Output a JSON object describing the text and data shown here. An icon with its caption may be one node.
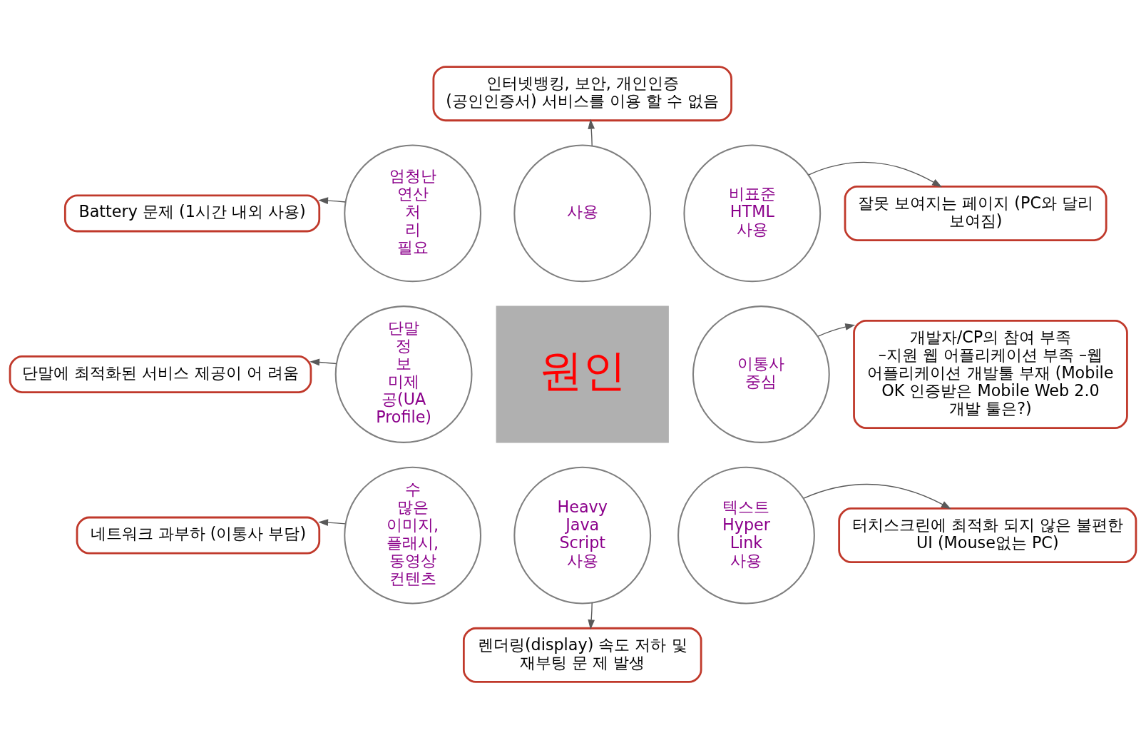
{
  "diagram": {
    "nodes": [
      {
        "text": [
          "인터넷뱅킹, 보안, 개인인증 (공인인증서) 서비스를 이용 할 수 없음"
        ]
      },
      {
        "text": [
          "Battery 문제 (1시간 내외 사용)"
        ]
      },
      {
        "text": [
          "엄청난 연산 처 리 필요"
        ]
      },
      {
        "text": [
          "사용"
        ]
      },
      {
        "text": [
          "비표준 HTML 사용"
        ]
      },
      {
        "text": [
          "잘못 보여지는 페이지 (PC와 달리 보여짐)"
        ]
      },
      {
        "text": [
          "단말에 최적화된 서비스 제공이 어 려움"
        ]
      },
      {
        "text": [
          "단말 정 보 미제 공(UA Profile)"
        ]
      },
      {
        "text": [
          "원인"
        ]
      },
      {
        "text": [
          "이통사 중심"
        ]
      },
      {
        "text": [
          "개발자/CP의 참여 부족",
          "–지원 웹 어플리케이션 부족 –웹 어플리케이션 개발툴 부재 (Mobile OK 인증받은 Mobile Web 2.0 개발 툴은?)"
        ]
      },
      {
        "text": [
          "네트워크 과부하 (이통사 부담)"
        ]
      },
      {
        "text": [
          "수 많은 이미지, 플래시, 동영상 컨텐츠"
        ]
      },
      {
        "text": [
          "Heavy Java Script 사용"
        ]
      },
      {
        "text": [
          "텍스트 Hyper Link 사용"
        ]
      },
      {
        "text": [
          "터치스크린에 최적화 되지 않은 불편한 UI (Mouse없는 PC)"
        ]
      },
      {
        "text": [
          "렌더링(display) 속도 저하 및 재부팅 문 제 발생"
        ]
      }
    ],
    "edges": [
      {
        "from": 3,
        "to": 0,
        "arrow": "to"
      },
      {
        "from": 2,
        "to": 1,
        "arrow": "to"
      },
      {
        "from": 4,
        "to": 5,
        "arrow": "to"
      },
      {
        "from": 7,
        "to": 6,
        "arrow": "to"
      },
      {
        "from": 9,
        "to": 10,
        "arrow": "to"
      },
      {
        "from": 12,
        "to": 11,
        "arrow": "to"
      },
      {
        "from": 13,
        "to": 16,
        "arrow": "to"
      },
      {
        "from": 14,
        "to": 15,
        "arrow": "to"
      }
    ]
  }
}
